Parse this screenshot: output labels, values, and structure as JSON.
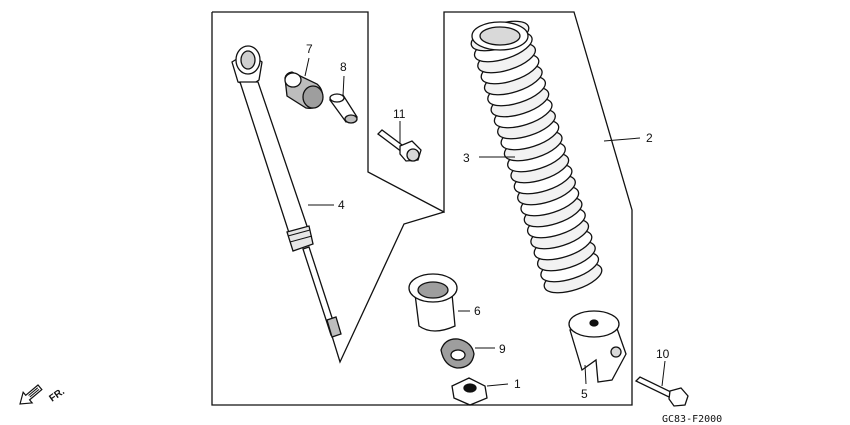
{
  "parts": [
    {
      "id": "p1",
      "number": "1"
    },
    {
      "id": "p2",
      "number": "2"
    },
    {
      "id": "p3",
      "number": "3"
    },
    {
      "id": "p4",
      "number": "4"
    },
    {
      "id": "p5",
      "number": "5"
    },
    {
      "id": "p6",
      "number": "6"
    },
    {
      "id": "p7",
      "number": "7"
    },
    {
      "id": "p8",
      "number": "8"
    },
    {
      "id": "p9",
      "number": "9"
    },
    {
      "id": "p10",
      "number": "10"
    },
    {
      "id": "p11",
      "number": "11"
    }
  ],
  "direction_label": "FR.",
  "diagram_code": "GC83-F2000",
  "colors": {
    "line": "#111111",
    "fill_light": "#ffffff",
    "fill_shade": "#bdbdbd"
  }
}
